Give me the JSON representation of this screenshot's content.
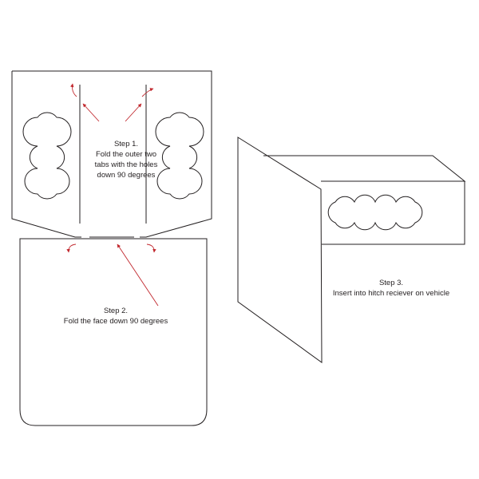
{
  "steps": {
    "step1": {
      "title": "Step 1.",
      "lines": [
        "Fold the outer two",
        "tabs with the holes",
        "down 90 degrees"
      ]
    },
    "step2": {
      "title": "Step 2.",
      "lines": [
        "Fold the face down 90 degrees"
      ]
    },
    "step3": {
      "title": "Step 3.",
      "lines": [
        "Insert into hitch reciever on vehicle"
      ]
    }
  },
  "colors": {
    "outline": "#231f20",
    "arrow": "#c1272d",
    "background": "#ffffff"
  }
}
